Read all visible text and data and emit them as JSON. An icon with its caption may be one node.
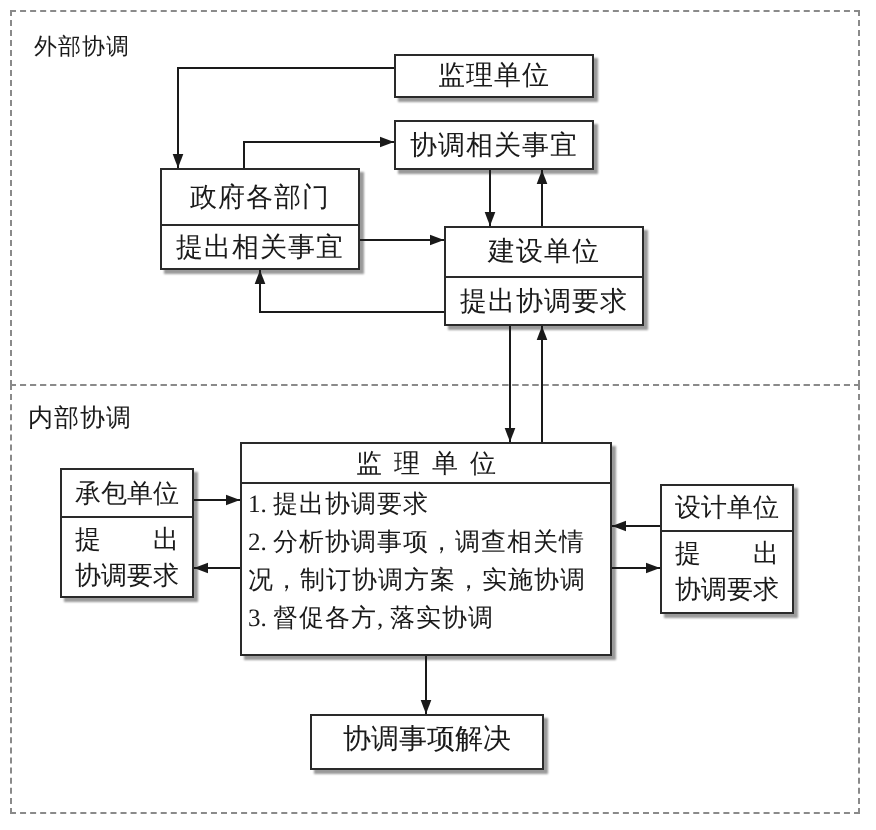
{
  "diagram": {
    "nodes": [
      {
        "text": [
          "外部协调"
        ]
      },
      {
        "text": [
          "监理单位"
        ],
        "in": 0
      },
      {
        "text": [
          "协调相关事宜"
        ],
        "in": 0
      },
      {
        "text": [
          "政府各部门",
          "提出相关事宜"
        ],
        "in": 0
      },
      {
        "text": [
          "建设单位",
          "提出协调要求"
        ],
        "in": 0
      },
      {
        "text": [
          "内部协调"
        ]
      },
      {
        "text": [
          "承包单位",
          "提　　出协调要求"
        ],
        "in": 5
      },
      {
        "text": [
          "监理单位",
          "1. 提出协调要求",
          "2. 分析协调事项，调查相关情况，制订协调方案，实施协调",
          "3. 督促各方, 落实协调"
        ],
        "in": 5
      },
      {
        "text": [
          "设计单位",
          "提　　出协调要求"
        ],
        "in": 5
      },
      {
        "text": [
          "协调事项解决"
        ],
        "in": 5
      }
    ],
    "edges": [
      {
        "from": 1,
        "to": 3,
        "arrow": "to"
      },
      {
        "from": 3,
        "to": 2,
        "arrow": "to"
      },
      {
        "from": 2,
        "to": 4,
        "arrow": "to"
      },
      {
        "from": 4,
        "to": 2,
        "arrow": "to"
      },
      {
        "from": 3,
        "to": 4,
        "arrow": "to"
      },
      {
        "from": 4,
        "to": 3,
        "arrow": "to"
      },
      {
        "from": 4,
        "to": 7,
        "arrow": "to"
      },
      {
        "from": 7,
        "to": 4,
        "arrow": "to"
      },
      {
        "from": 6,
        "to": 7,
        "arrow": "to"
      },
      {
        "from": 7,
        "to": 6,
        "arrow": "to"
      },
      {
        "from": 8,
        "to": 7,
        "arrow": "to"
      },
      {
        "from": 7,
        "to": 8,
        "arrow": "to"
      },
      {
        "from": 7,
        "to": 9,
        "arrow": "to"
      }
    ]
  }
}
